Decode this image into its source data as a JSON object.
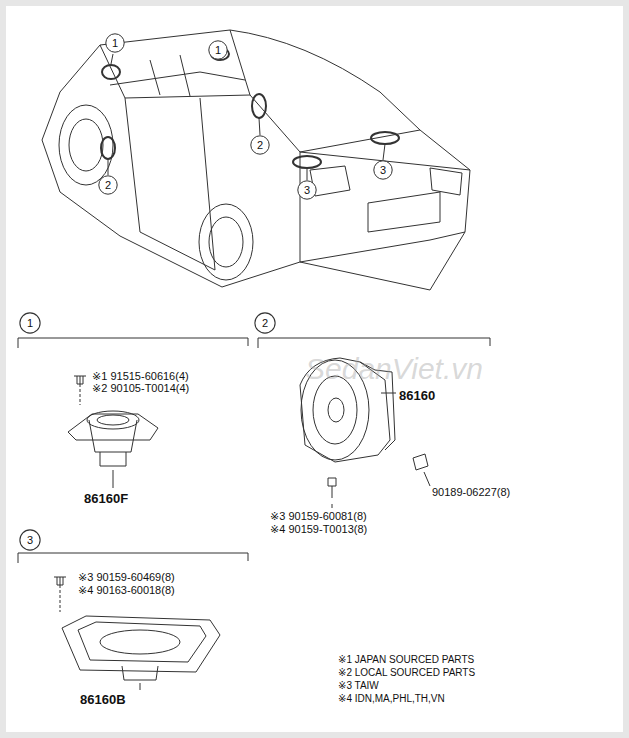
{
  "diagram": {
    "nodes": [
      {
        "text": [
          "1"
        ]
      },
      {
        "text": [
          "1"
        ]
      },
      {
        "text": [
          "2"
        ]
      },
      {
        "text": [
          "2"
        ]
      },
      {
        "text": [
          "3"
        ]
      },
      {
        "text": [
          "3"
        ]
      },
      {
        "text": [
          "1"
        ]
      },
      {
        "text": [
          "2"
        ]
      },
      {
        "text": [
          "3"
        ]
      }
    ],
    "labels": [
      "※1 91515-60616(4)",
      "※2 90105-T0014(4)",
      "86160F",
      "86160",
      "90189-06227(8)",
      "※3 90159-60081(8)",
      "※4 90159-T0013(8)",
      "※3 90159-60469(8)",
      "※4 90163-60018(8)",
      "86160B",
      "※1 JAPAN SOURCED PARTS",
      "※2 LOCAL SOURCED PARTS",
      "※3 TAIW",
      "※4 IDN,MA,PHL,TH,VN",
      "SedanViet.vn"
    ]
  }
}
